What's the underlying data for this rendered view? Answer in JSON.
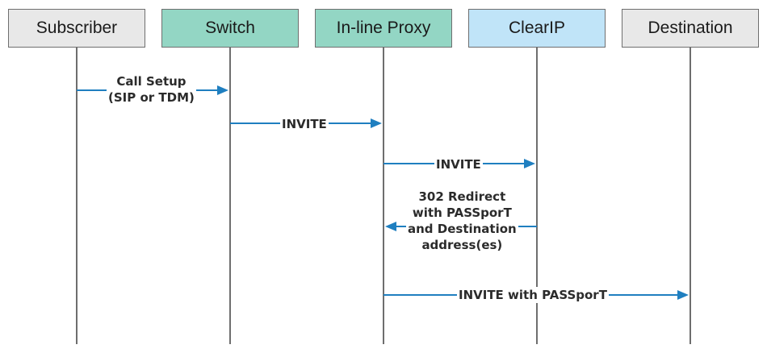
{
  "participants": [
    {
      "id": "subscriber",
      "label": "Subscriber",
      "fill": "#e8e8e8"
    },
    {
      "id": "switch",
      "label": "Switch",
      "fill": "#93d6c4"
    },
    {
      "id": "proxy",
      "label": "In-line Proxy",
      "fill": "#93d6c4"
    },
    {
      "id": "clearip",
      "label": "ClearIP",
      "fill": "#c0e4f8"
    },
    {
      "id": "destination",
      "label": "Destination",
      "fill": "#e8e8e8"
    }
  ],
  "messages": [
    {
      "from": "subscriber",
      "to": "switch",
      "lines": [
        "Call Setup",
        "(SIP or TDM)"
      ]
    },
    {
      "from": "switch",
      "to": "proxy",
      "lines": [
        "INVITE"
      ]
    },
    {
      "from": "proxy",
      "to": "clearip",
      "lines": [
        "INVITE"
      ]
    },
    {
      "from": "clearip",
      "to": "proxy",
      "lines": [
        "302 Redirect",
        "with PASSporT",
        "and Destination",
        "address(es)"
      ]
    },
    {
      "from": "proxy",
      "to": "destination",
      "lines": [
        "INVITE with PASSporT"
      ]
    }
  ],
  "colors": {
    "arrow": "#1f7fc0",
    "lifeline": "#4a4a4a"
  }
}
